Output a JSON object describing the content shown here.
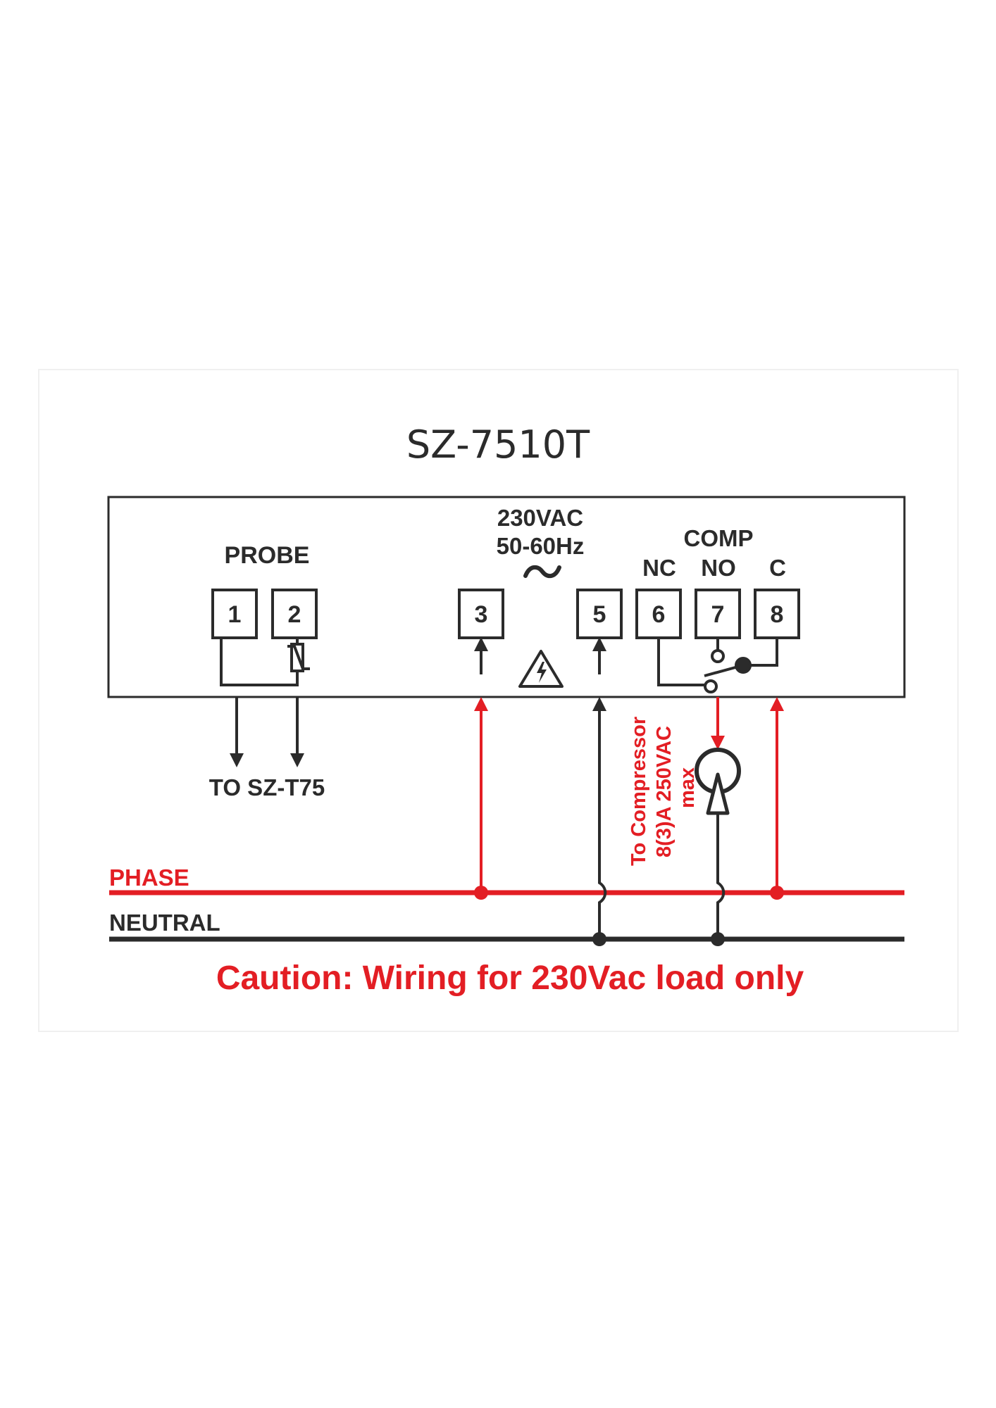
{
  "title": "SZ-7510T",
  "colors": {
    "line": "#2b2b2b",
    "phase": "#e31e24",
    "background": "#ffffff"
  },
  "controller": {
    "probe_label": "PROBE",
    "supply_label_line1": "230VAC",
    "supply_label_line2": "50-60Hz",
    "ac_symbol": "~",
    "comp_label": "COMP",
    "relay_contacts": {
      "nc": "NC",
      "no": "NO",
      "c": "C"
    },
    "terminals": [
      {
        "id": "1",
        "label": "1",
        "group": "probe"
      },
      {
        "id": "2",
        "label": "2",
        "group": "probe"
      },
      {
        "id": "3",
        "label": "3",
        "group": "supply"
      },
      {
        "id": "5",
        "label": "5",
        "group": "supply"
      },
      {
        "id": "6",
        "label": "6",
        "group": "relay-nc"
      },
      {
        "id": "7",
        "label": "7",
        "group": "relay-no"
      },
      {
        "id": "8",
        "label": "8",
        "group": "relay-c"
      }
    ],
    "warning_icon": "high-voltage-warning-icon",
    "thermistor_icon": "ntc-thermistor-icon"
  },
  "probe_output_label": "TO SZ-T75",
  "compressor_note": {
    "line1": "To Compressor",
    "line2": "8(3)A 250VAC",
    "line3": "max"
  },
  "compressor_icon": "compressor-icon",
  "bus": {
    "phase_label": "PHASE",
    "neutral_label": "NEUTRAL"
  },
  "caution": "Caution: Wiring for 230Vac load only"
}
